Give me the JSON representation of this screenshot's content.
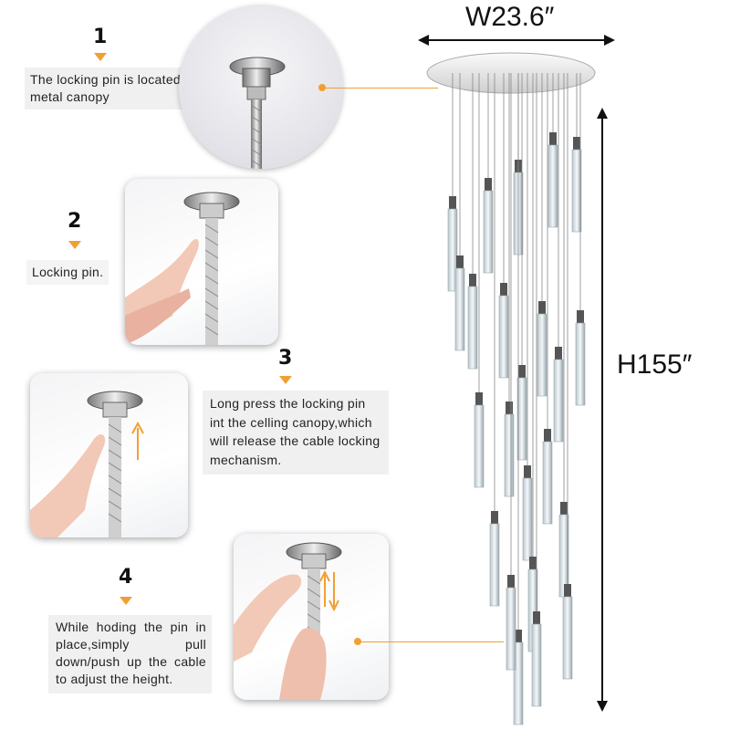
{
  "dimensions": {
    "width_label": "W23.6″",
    "height_label": "H155″"
  },
  "steps": [
    {
      "number": "1",
      "text": "The locking pin is located at the metal canopy"
    },
    {
      "number": "2",
      "text": "Locking pin."
    },
    {
      "number": "3",
      "text": "Long press the locking pin int the celling canopy,which will release the cable locking mechanism."
    },
    {
      "number": "4",
      "text": "While hoding the pin in place,simply pull down/push up the cable to adjust the height."
    }
  ],
  "colors": {
    "accent": "#f0a032",
    "caption_bg": "#f0f0f0",
    "arrow_dark": "#111111"
  }
}
